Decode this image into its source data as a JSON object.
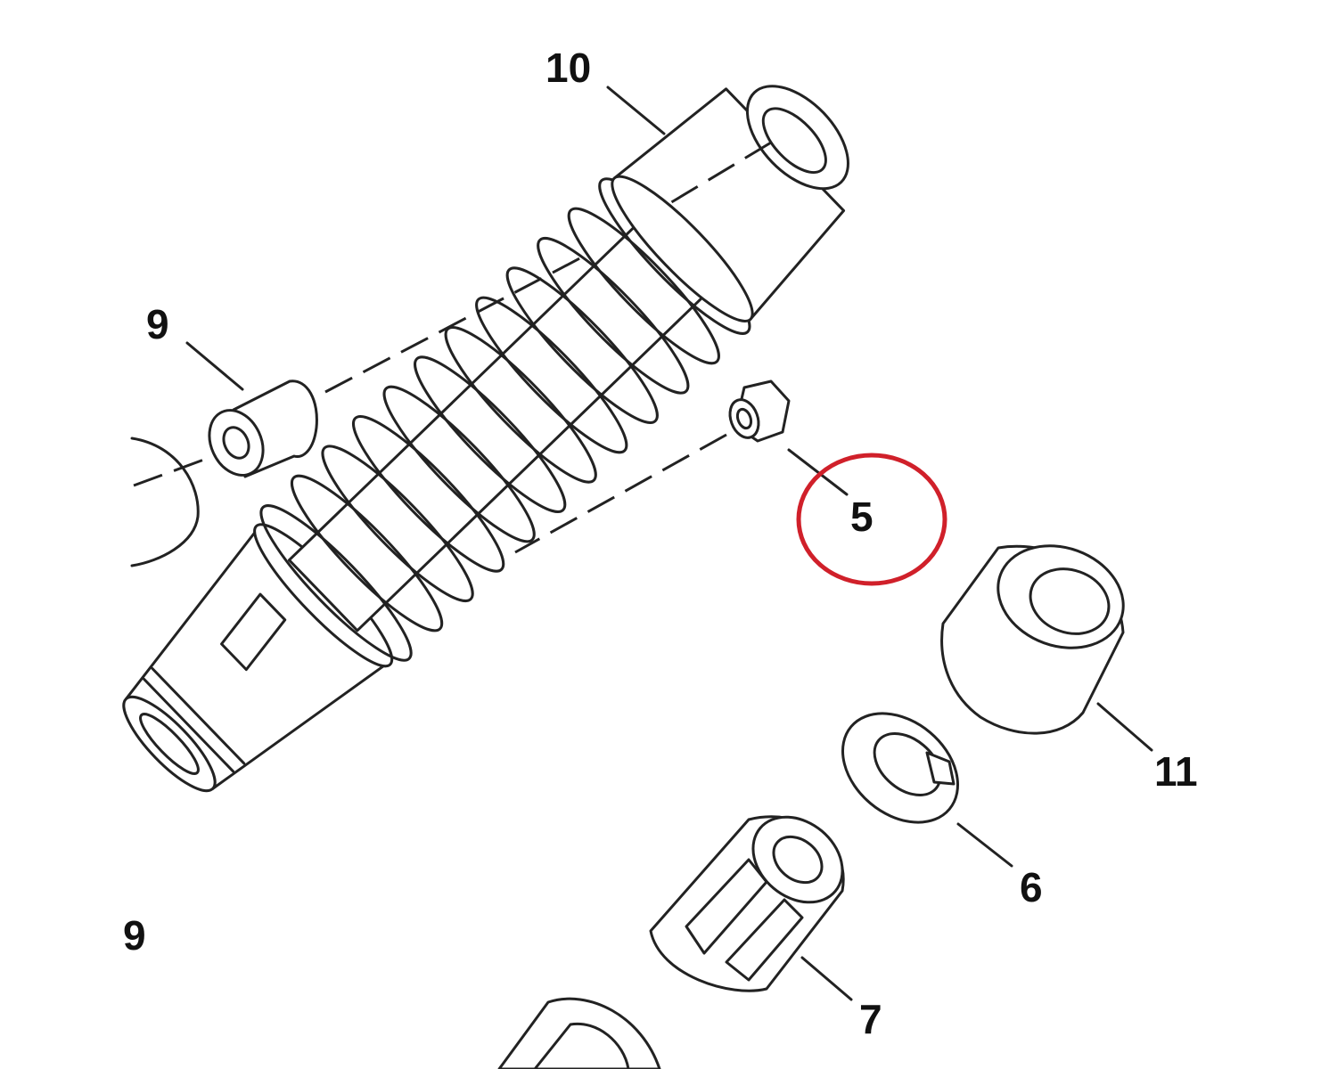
{
  "diagram": {
    "callouts": [
      {
        "id": "10",
        "label": "10"
      },
      {
        "id": "9",
        "label": "9"
      },
      {
        "id": "5",
        "label": "5"
      },
      {
        "id": "11",
        "label": "11"
      },
      {
        "id": "6",
        "label": "6"
      },
      {
        "id": "7",
        "label": "7"
      },
      {
        "id": "9b",
        "label": "9"
      }
    ],
    "highlight": {
      "target": "5",
      "color": "#d0202a"
    }
  }
}
